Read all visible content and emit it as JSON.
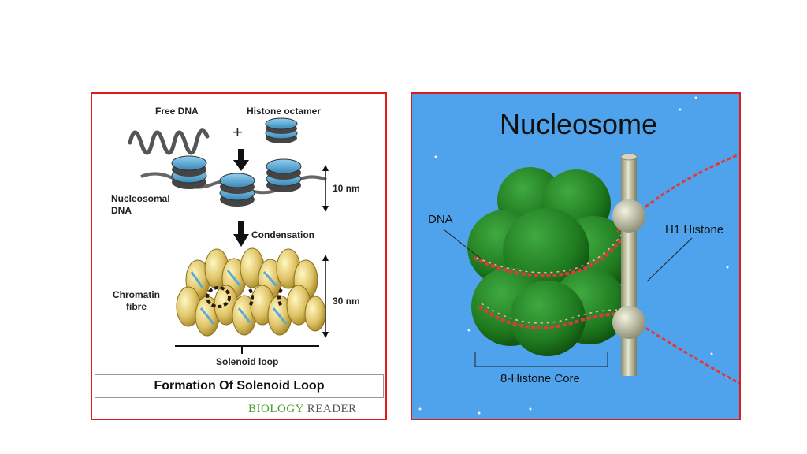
{
  "left": {
    "free_dna": "Free DNA",
    "plus": "+",
    "histone_octamer": "Histone octamer",
    "nucleosomal_dna": "Nucleosomal\nDNA",
    "ten_nm": "10 nm",
    "condensation": "Condensation",
    "chromatin_fibre": "Chromatin\nfibre",
    "thirty_nm": "30 nm",
    "solenoid_loop": "Solenoid loop",
    "caption": "Formation Of Solenoid Loop",
    "brand_part1": "BIOLOGY",
    "brand_part2": "READER"
  },
  "right": {
    "title": "Nucleosome",
    "dna": "DNA",
    "h1_histone": "H1 Histone",
    "core": "8-Histone Core"
  },
  "colors": {
    "border": "#e01b1b",
    "sky": "#4fa3ec",
    "histone_green": "#1f7a1f",
    "dna_red": "#e0393b",
    "disc_blue": "#5aa9d6"
  }
}
